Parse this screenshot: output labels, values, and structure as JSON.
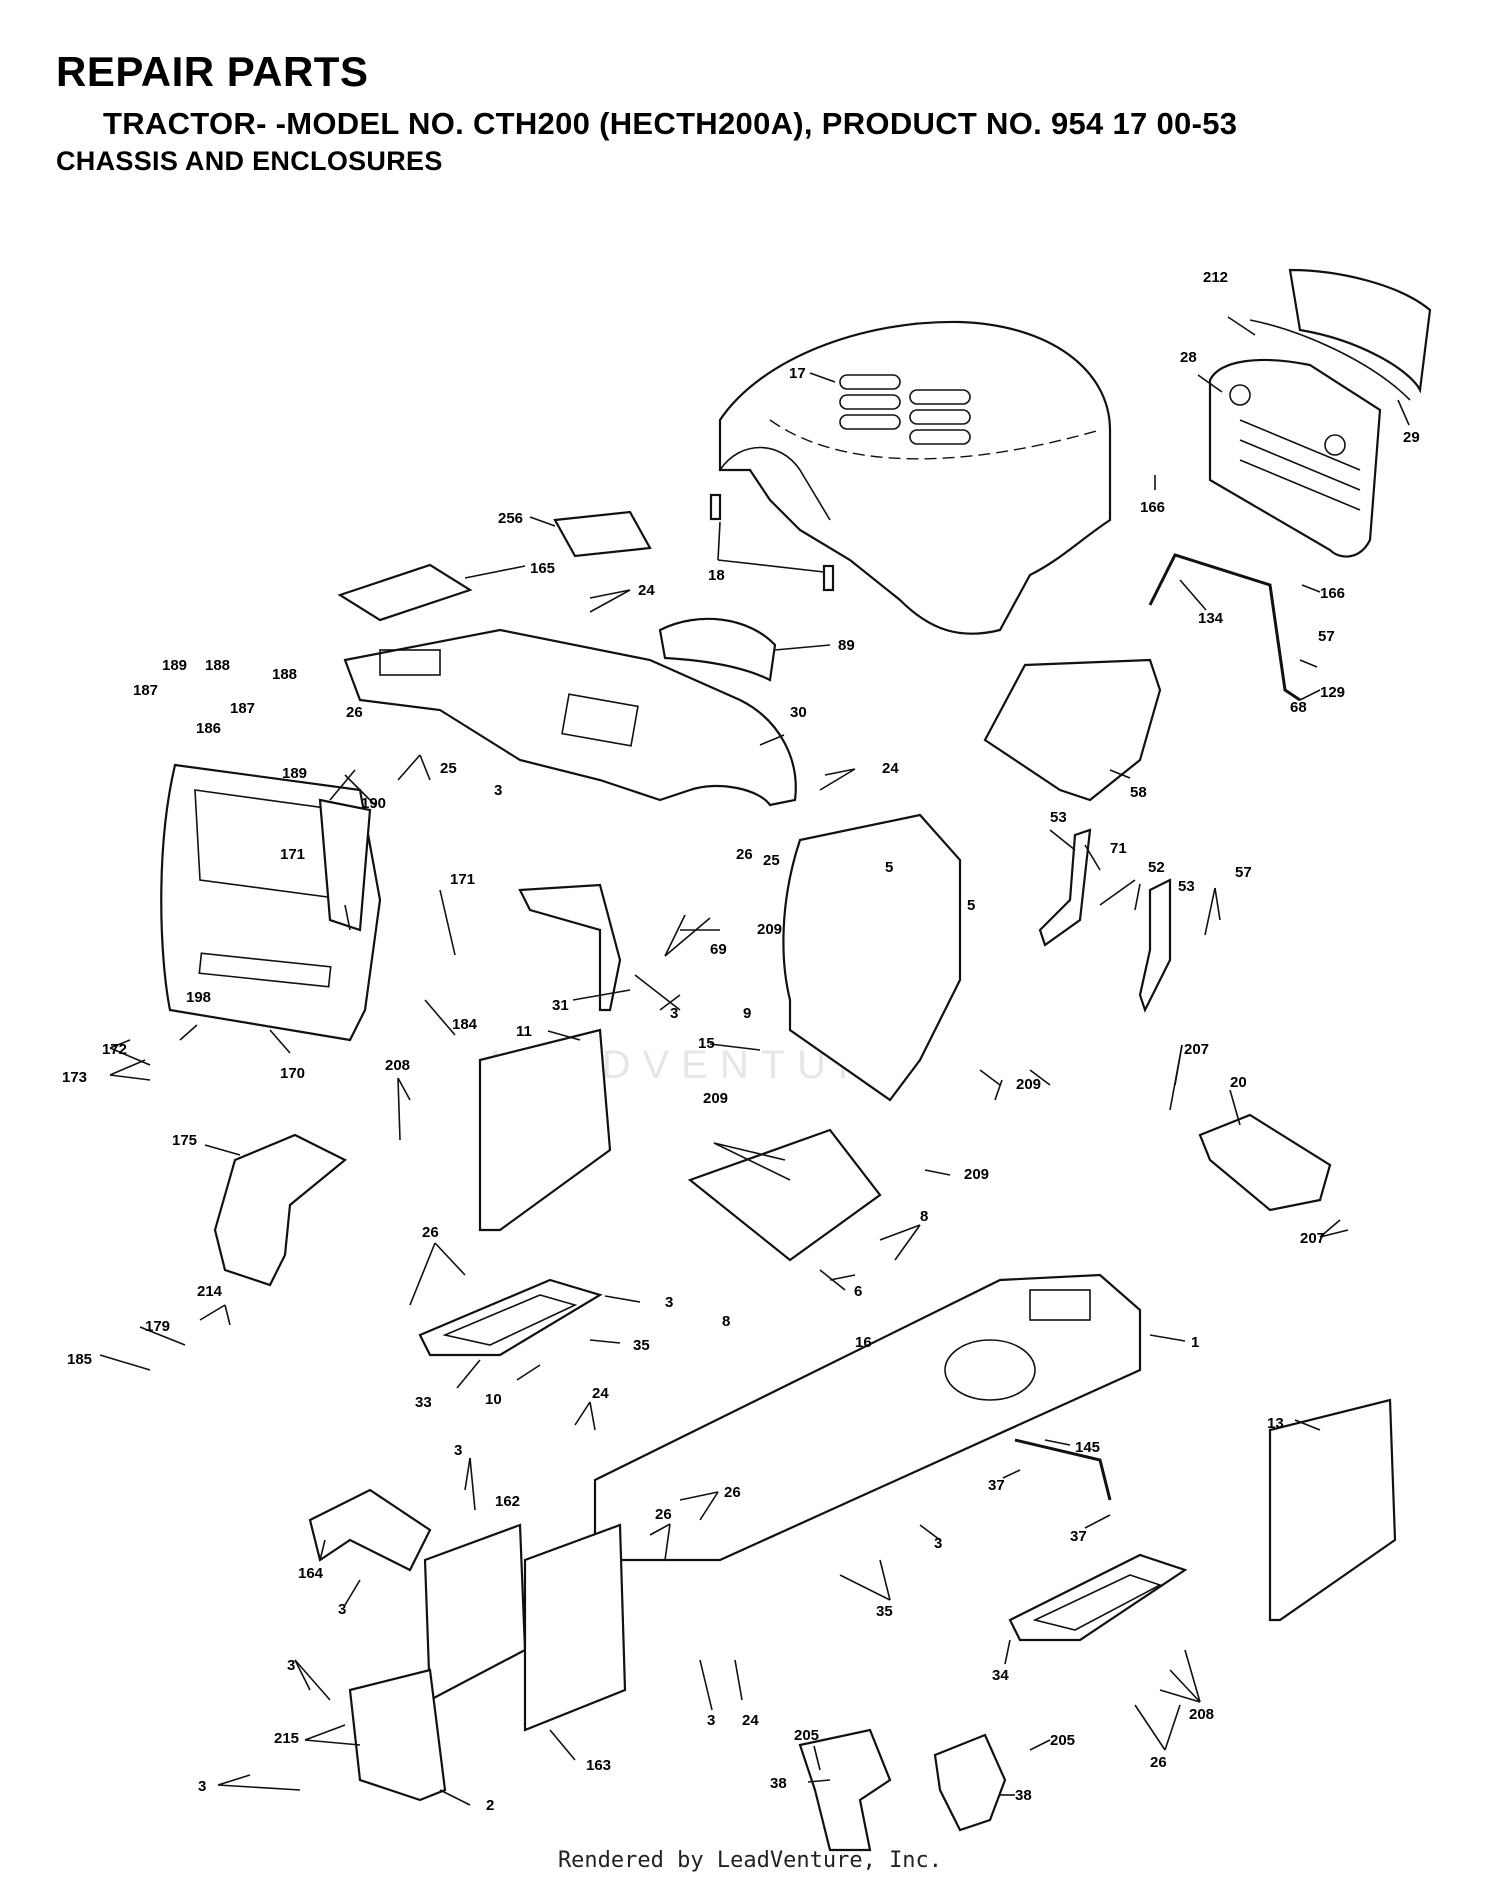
{
  "header": {
    "title": "REPAIR PARTS",
    "model_line": "TRACTOR- -MODEL NO. CTH200 (HECTH200A), PRODUCT NO. 954 17 00-53",
    "section": "CHASSIS AND ENCLOSURES"
  },
  "watermark": "LEADVENTURE",
  "footer": "Rendered by LeadVenture, Inc.",
  "callouts": [
    {
      "id": "c17",
      "label": "17"
    },
    {
      "id": "c212",
      "label": "212"
    },
    {
      "id": "c28",
      "label": "28"
    },
    {
      "id": "c29",
      "label": "29"
    },
    {
      "id": "c166a",
      "label": "166"
    },
    {
      "id": "c166b",
      "label": "166"
    },
    {
      "id": "c256",
      "label": "256"
    },
    {
      "id": "c18",
      "label": "18"
    },
    {
      "id": "c165",
      "label": "165"
    },
    {
      "id": "c24a",
      "label": "24"
    },
    {
      "id": "c89",
      "label": "89"
    },
    {
      "id": "c134",
      "label": "134"
    },
    {
      "id": "c57a",
      "label": "57"
    },
    {
      "id": "c129",
      "label": "129"
    },
    {
      "id": "c68",
      "label": "68"
    },
    {
      "id": "c189a",
      "label": "189"
    },
    {
      "id": "c188a",
      "label": "188"
    },
    {
      "id": "c187a",
      "label": "187"
    },
    {
      "id": "c186",
      "label": "186"
    },
    {
      "id": "c187b",
      "label": "187"
    },
    {
      "id": "c188b",
      "label": "188"
    },
    {
      "id": "c189b",
      "label": "189"
    },
    {
      "id": "c26a",
      "label": "26"
    },
    {
      "id": "c25a",
      "label": "25"
    },
    {
      "id": "c30",
      "label": "30"
    },
    {
      "id": "c24b",
      "label": "24"
    },
    {
      "id": "c58",
      "label": "58"
    },
    {
      "id": "c190",
      "label": "190"
    },
    {
      "id": "c3a",
      "label": "3"
    },
    {
      "id": "c26b",
      "label": "26"
    },
    {
      "id": "c25b",
      "label": "25"
    },
    {
      "id": "c53a",
      "label": "53"
    },
    {
      "id": "c71",
      "label": "71"
    },
    {
      "id": "c52",
      "label": "52"
    },
    {
      "id": "c53b",
      "label": "53"
    },
    {
      "id": "c57b",
      "label": "57"
    },
    {
      "id": "c171a",
      "label": "171"
    },
    {
      "id": "c171b",
      "label": "171"
    },
    {
      "id": "c5a",
      "label": "5"
    },
    {
      "id": "c5b",
      "label": "5"
    },
    {
      "id": "c69",
      "label": "69"
    },
    {
      "id": "c209a",
      "label": "209"
    },
    {
      "id": "c31",
      "label": "31"
    },
    {
      "id": "c3b",
      "label": "3"
    },
    {
      "id": "c9",
      "label": "9"
    },
    {
      "id": "c198",
      "label": "198"
    },
    {
      "id": "c172",
      "label": "172"
    },
    {
      "id": "c173",
      "label": "173"
    },
    {
      "id": "c170",
      "label": "170"
    },
    {
      "id": "c184",
      "label": "184"
    },
    {
      "id": "c11",
      "label": "11"
    },
    {
      "id": "c15",
      "label": "15"
    },
    {
      "id": "c209b",
      "label": "209"
    },
    {
      "id": "c207a",
      "label": "207"
    },
    {
      "id": "c20",
      "label": "20"
    },
    {
      "id": "c208a",
      "label": "208"
    },
    {
      "id": "c209c",
      "label": "209"
    },
    {
      "id": "c175",
      "label": "175"
    },
    {
      "id": "c209d",
      "label": "209"
    },
    {
      "id": "c8a",
      "label": "8"
    },
    {
      "id": "c207b",
      "label": "207"
    },
    {
      "id": "c26c",
      "label": "26"
    },
    {
      "id": "c6",
      "label": "6"
    },
    {
      "id": "c3c",
      "label": "3"
    },
    {
      "id": "c8b",
      "label": "8"
    },
    {
      "id": "c214",
      "label": "214"
    },
    {
      "id": "c179",
      "label": "179"
    },
    {
      "id": "c16",
      "label": "16"
    },
    {
      "id": "c35a",
      "label": "35"
    },
    {
      "id": "c1",
      "label": "1"
    },
    {
      "id": "c185",
      "label": "185"
    },
    {
      "id": "c33",
      "label": "33"
    },
    {
      "id": "c10",
      "label": "10"
    },
    {
      "id": "c24c",
      "label": "24"
    },
    {
      "id": "c13",
      "label": "13"
    },
    {
      "id": "c145",
      "label": "145"
    },
    {
      "id": "c3d",
      "label": "3"
    },
    {
      "id": "c37a",
      "label": "37"
    },
    {
      "id": "c26d",
      "label": "26"
    },
    {
      "id": "c162",
      "label": "162"
    },
    {
      "id": "c37b",
      "label": "37"
    },
    {
      "id": "c26e",
      "label": "26"
    },
    {
      "id": "c3e",
      "label": "3"
    },
    {
      "id": "c164",
      "label": "164"
    },
    {
      "id": "c3f",
      "label": "3"
    },
    {
      "id": "c35b",
      "label": "35"
    },
    {
      "id": "c34",
      "label": "34"
    },
    {
      "id": "c3g",
      "label": "3"
    },
    {
      "id": "c3h",
      "label": "3"
    },
    {
      "id": "c24d",
      "label": "24"
    },
    {
      "id": "c205a",
      "label": "205"
    },
    {
      "id": "c208b",
      "label": "208"
    },
    {
      "id": "c215",
      "label": "215"
    },
    {
      "id": "c26f",
      "label": "26"
    },
    {
      "id": "c163",
      "label": "163"
    },
    {
      "id": "c205b",
      "label": "205"
    },
    {
      "id": "c38a",
      "label": "38"
    },
    {
      "id": "c38b",
      "label": "38"
    },
    {
      "id": "c3i",
      "label": "3"
    },
    {
      "id": "c2",
      "label": "2"
    }
  ]
}
